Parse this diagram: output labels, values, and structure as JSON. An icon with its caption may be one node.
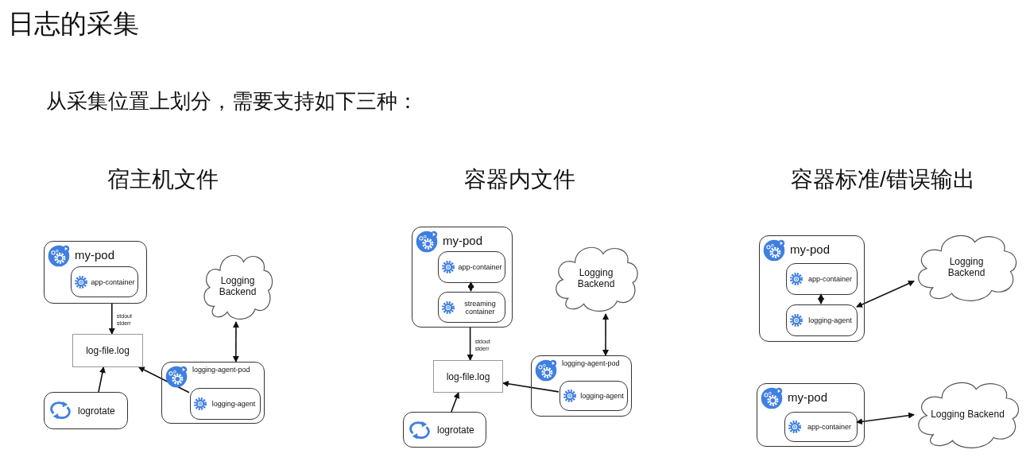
{
  "diagram": {
    "title": "日志的采集",
    "nodes": [
      {
        "text": [
          "my-pod"
        ]
      },
      {
        "text": [
          "app-container"
        ],
        "in": 0
      },
      {
        "text": [
          "log-file.log"
        ]
      },
      {
        "text": [
          "logrotate"
        ]
      },
      {
        "text": [
          "Logging Backend"
        ]
      },
      {
        "text": [
          "logging-agent-pod"
        ]
      },
      {
        "text": [
          "logging-agent"
        ],
        "in": 5
      },
      {
        "text": [
          "my-pod"
        ]
      },
      {
        "text": [
          "app-container"
        ],
        "in": 7
      },
      {
        "text": [
          "streaming container"
        ],
        "in": 7
      },
      {
        "text": [
          "log-file.log"
        ]
      },
      {
        "text": [
          "logrotate"
        ]
      },
      {
        "text": [
          "Logging Backend"
        ]
      },
      {
        "text": [
          "logging-agent-pod"
        ]
      },
      {
        "text": [
          "logging-agent"
        ],
        "in": 13
      },
      {
        "text": [
          "my-pod"
        ]
      },
      {
        "text": [
          "app-container"
        ],
        "in": 15
      },
      {
        "text": [
          "logging-agent"
        ],
        "in": 15
      },
      {
        "text": [
          "Logging Backend"
        ]
      },
      {
        "text": [
          "my-pod"
        ]
      },
      {
        "text": [
          "app-container"
        ],
        "in": 19
      },
      {
        "text": [
          "Logging Backend"
        ]
      }
    ],
    "edges": [
      {
        "from": 0,
        "to": 2,
        "arrow": "to",
        "label": "stdout stderr"
      },
      {
        "from": 3,
        "to": 2,
        "arrow": "to"
      },
      {
        "from": 6,
        "to": 2,
        "arrow": "to"
      },
      {
        "from": 4,
        "to": 5,
        "arrow": "both"
      },
      {
        "from": 8,
        "to": 9,
        "arrow": "both"
      },
      {
        "from": 7,
        "to": 10,
        "arrow": "to",
        "label": "stdout stderr"
      },
      {
        "from": 11,
        "to": 10,
        "arrow": "to"
      },
      {
        "from": 14,
        "to": 10,
        "arrow": "to"
      },
      {
        "from": 12,
        "to": 13,
        "arrow": "both"
      },
      {
        "from": 16,
        "to": 17,
        "arrow": "both"
      },
      {
        "from": 17,
        "to": 18,
        "arrow": "both"
      },
      {
        "from": 20,
        "to": 21,
        "arrow": "both"
      }
    ],
    "labels": [
      "从采集位置上划分，需要支持如下三种：",
      "宿主机文件",
      "容器内文件",
      "容器标准/错误输出"
    ]
  }
}
